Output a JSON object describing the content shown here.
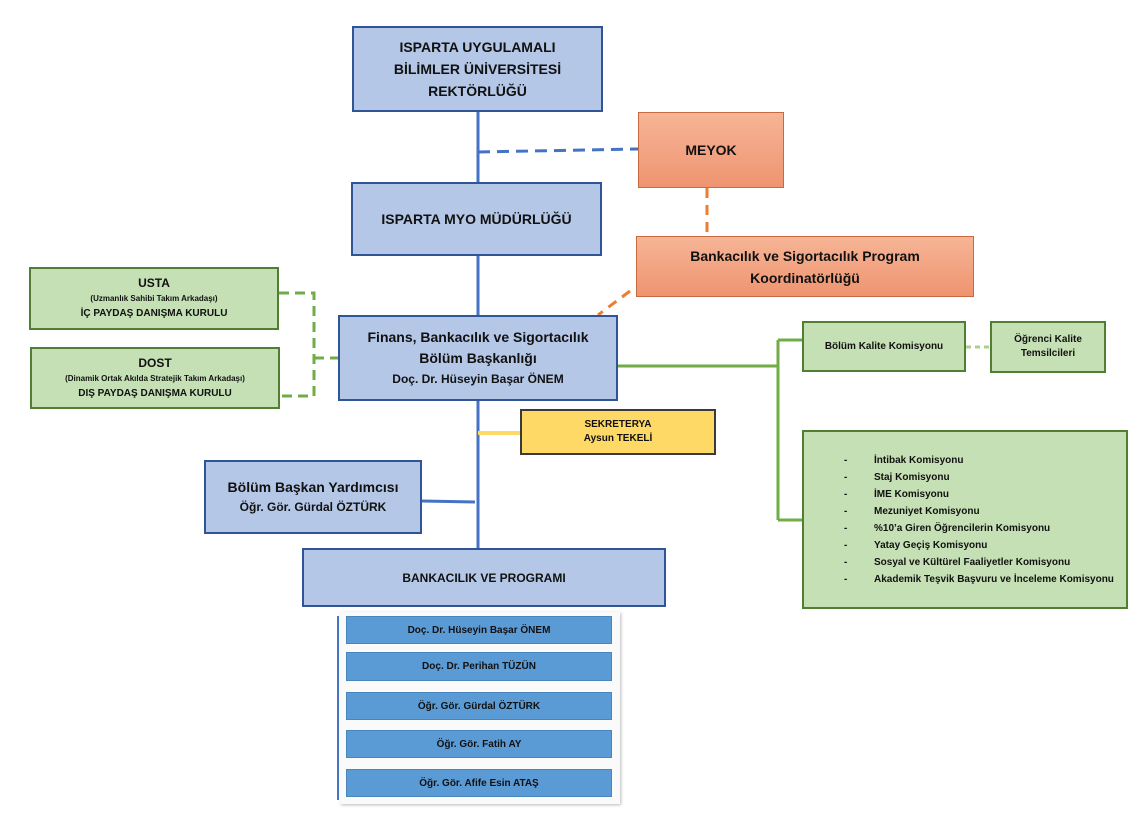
{
  "rectorate": {
    "line1": "ISPARTA UYGULAMALI",
    "line2": "BİLİMLER ÜNİVERSİTESİ",
    "line3": "REKTÖRLÜĞÜ"
  },
  "meyok": {
    "label": "MEYOK"
  },
  "myo": {
    "label": "ISPARTA MYO MÜDÜRLÜĞÜ"
  },
  "coordinator": {
    "line1": "Bankacılık ve Sigortacılık Program",
    "line2": "Koordinatörlüğü"
  },
  "usta": {
    "title": "USTA",
    "subtitle": "(Uzmanlık Sahibi Takım Arkadaşı)",
    "board": "İÇ PAYDAŞ DANIŞMA KURULU"
  },
  "dost": {
    "title": "DOST",
    "subtitle": "(Dinamik Ortak Akılda Stratejik Takım Arkadaşı)",
    "board": "DIŞ PAYDAŞ DANIŞMA KURULU"
  },
  "head": {
    "line1": "Finans, Bankacılık ve Sigortacılık",
    "line2": "Bölüm Başkanlığı",
    "person": "Doç. Dr. Hüseyin Başar ÖNEM"
  },
  "quality": {
    "label": "Bölüm Kalite Komisyonu"
  },
  "students": {
    "line1": "Öğrenci Kalite",
    "line2": "Temsilcileri"
  },
  "secretary": {
    "title": "SEKRETERYA",
    "person": "Aysun TEKELİ"
  },
  "deputy": {
    "title": "Bölüm Başkan Yardımcısı",
    "person": "Öğr. Gör. Gürdal ÖZTÜRK"
  },
  "program": {
    "label": "BANKACILIK VE PROGRAMI"
  },
  "commissions": [
    "İntibak Komisyonu",
    "Staj Komisyonu",
    "İME Komisyonu",
    "Mezuniyet Komisyonu",
    "%10’a Giren Öğrencilerin Komisyonu",
    "Yatay Geçiş Komisyonu",
    "Sosyal ve Kültürel Faaliyetler Komisyonu",
    "Akademik Teşvik Başvuru ve İnceleme Komisyonu"
  ],
  "members": [
    "Doç. Dr. Hüseyin Başar ÖNEM",
    "Doç. Dr. Perihan TÜZÜN",
    "Öğr. Gör. Gürdal ÖZTÜRK",
    "Öğr. Gör. Fatih AY",
    "Öğr. Gör. Afife Esin ATAŞ"
  ],
  "colors": {
    "blue_fill": "#b4c7e7",
    "blue_line": "#4472c4",
    "orange_fill": "#f4a582",
    "orange_line": "#ed7d31",
    "green_fill": "#c5e0b4",
    "green_line": "#70ad47",
    "yellow_fill": "#ffd966",
    "member_fill": "#5b9bd5"
  }
}
